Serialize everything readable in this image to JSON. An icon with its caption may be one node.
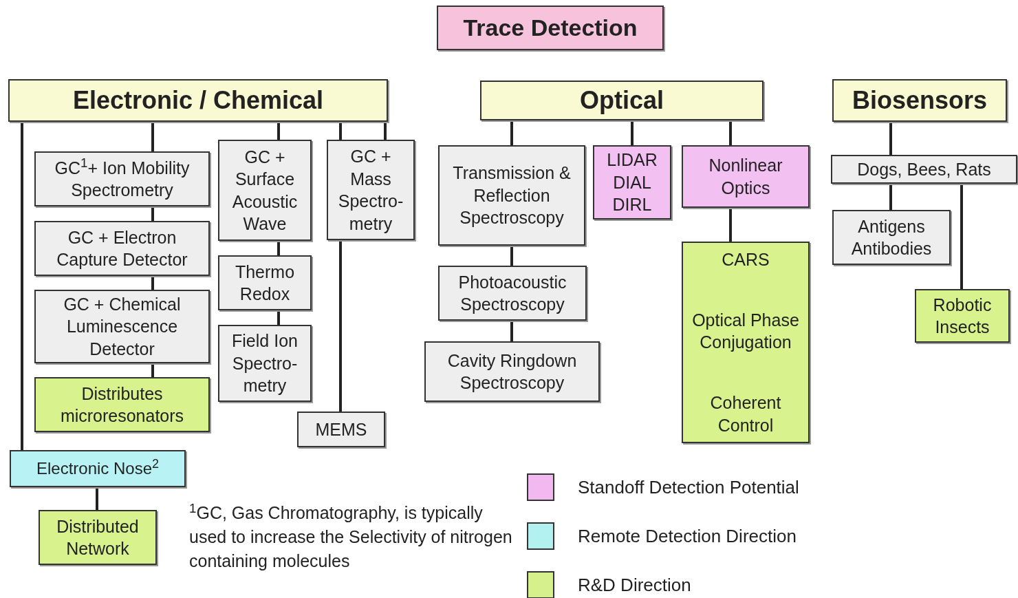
{
  "diagram": {
    "nodes": [
      {
        "text": [
          "Trace Detection"
        ]
      },
      {
        "text": [
          "Electronic / Chemical"
        ]
      },
      {
        "text": [
          "GC$^{1}$+ Ion Mobility Spectrometry"
        ]
      },
      {
        "text": [
          "GC + Electron Capture Detector"
        ]
      },
      {
        "text": [
          "GC + Chemical Luminescence Detector"
        ]
      },
      {
        "text": [
          "Distributes microresonators"
        ]
      },
      {
        "text": [
          "GC + Surface Acoustic Wave"
        ]
      },
      {
        "text": [
          "Thermo Redox"
        ]
      },
      {
        "text": [
          "Field Ion Spectro- metry"
        ]
      },
      {
        "text": [
          "GC + Mass Spectro- metry"
        ]
      },
      {
        "text": [
          "MEMS"
        ]
      },
      {
        "text": [
          "Electronic Nose$^{2}$"
        ]
      },
      {
        "text": [
          "Distributed Network"
        ]
      },
      {
        "text": [
          "Optical"
        ]
      },
      {
        "text": [
          "Transmission & Reflection Spectroscopy"
        ]
      },
      {
        "text": [
          "Photoacoustic Spectroscopy"
        ]
      },
      {
        "text": [
          "Cavity Ringdown Spectroscopy"
        ]
      },
      {
        "text": [
          "LIDAR",
          "DIAL",
          "DIRL"
        ]
      },
      {
        "text": [
          "Nonlinear Optics"
        ]
      },
      {
        "text": [
          "CARS",
          "Optical Phase Conjugation",
          "Coherent Control"
        ]
      },
      {
        "text": [
          "Biosensors"
        ]
      },
      {
        "text": [
          "Dogs, Bees, Rats"
        ]
      },
      {
        "text": [
          "Antigens Antibodies"
        ]
      },
      {
        "text": [
          "Robotic Insects"
        ]
      }
    ],
    "edges": [
      {
        "from": 1,
        "to": 2,
        "arrow": "none"
      },
      {
        "from": 2,
        "to": 3,
        "arrow": "none"
      },
      {
        "from": 3,
        "to": 4,
        "arrow": "none"
      },
      {
        "from": 4,
        "to": 5,
        "arrow": "none"
      },
      {
        "from": 1,
        "to": 6,
        "arrow": "none"
      },
      {
        "from": 6,
        "to": 7,
        "arrow": "none"
      },
      {
        "from": 7,
        "to": 8,
        "arrow": "none"
      },
      {
        "from": 1,
        "to": 9,
        "arrow": "none"
      },
      {
        "from": 1,
        "to": 9,
        "arrow": "none"
      },
      {
        "from": 9,
        "to": 10,
        "arrow": "none"
      },
      {
        "from": 1,
        "to": 11,
        "arrow": "none"
      },
      {
        "from": 11,
        "to": 12,
        "arrow": "none"
      },
      {
        "from": 13,
        "to": 14,
        "arrow": "none"
      },
      {
        "from": 14,
        "to": 15,
        "arrow": "none"
      },
      {
        "from": 15,
        "to": 16,
        "arrow": "none"
      },
      {
        "from": 13,
        "to": 17,
        "arrow": "none"
      },
      {
        "from": 13,
        "to": 18,
        "arrow": "none"
      },
      {
        "from": 18,
        "to": 19,
        "arrow": "none"
      },
      {
        "from": 20,
        "to": 21,
        "arrow": "none"
      },
      {
        "from": 21,
        "to": 22,
        "arrow": "none"
      },
      {
        "from": 21,
        "to": 23,
        "arrow": "none"
      }
    ],
    "labels": [
      "$^{1}$GC, Gas Chromatography, is typically used to increase the Selectivity of nitrogen containing molecules"
    ],
    "legend": [
      {
        "text": "Standoff Detection Potential",
        "color": "#f2b8f0"
      },
      {
        "text": "Remote Detection Direction",
        "color": "#b3f0f0"
      },
      {
        "text": "R&D Direction",
        "color": "#d6f08c"
      }
    ]
  }
}
